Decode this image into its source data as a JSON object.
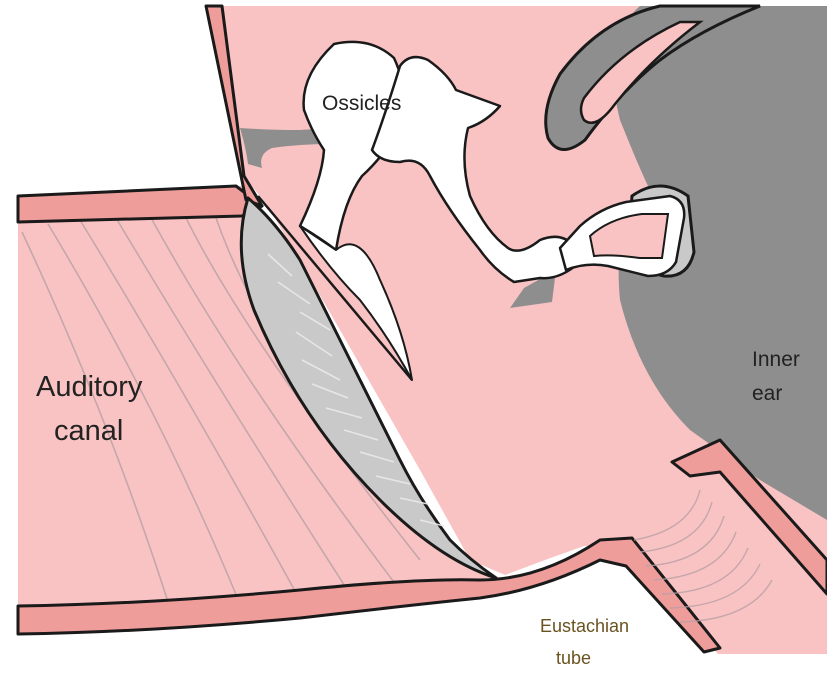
{
  "labels": {
    "ossicles": "Ossicles",
    "auditory_line1": "Auditory",
    "auditory_line2": "canal",
    "inner_line1": "Inner",
    "inner_line2": "ear",
    "eustachian_line1": "Eustachian",
    "eustachian_line2": "tube"
  },
  "colors": {
    "tissue": "#f9c3c3",
    "wall": "#ef9d9b",
    "outline": "#1a1a1a",
    "bone": "#ffffff",
    "eardrum": "#c9c9c9",
    "inner_ear": "#8e8e8e",
    "eustachian_text": "#6b5320"
  }
}
